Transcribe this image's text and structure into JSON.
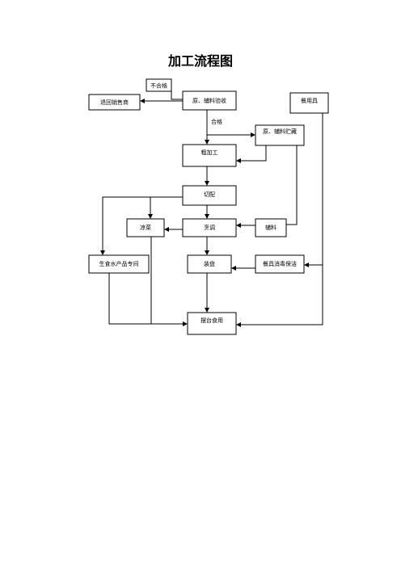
{
  "title": "加工流程图",
  "nodes": {
    "reject": "不合格",
    "return_seller": "退回销售商",
    "receiving": "原、辅料验收",
    "tableware": "餐用具",
    "pass": "合格",
    "storage": "原、辅料贮藏",
    "rough": "粗加工",
    "cutting": "切配",
    "cold_dish": "凉菜",
    "cooking": "烹调",
    "auxiliary": "辅料",
    "seafood": "生食水产品专间",
    "plating": "装盘",
    "disinfection": "餐具消毒保洁",
    "serving": "摆台食用"
  }
}
